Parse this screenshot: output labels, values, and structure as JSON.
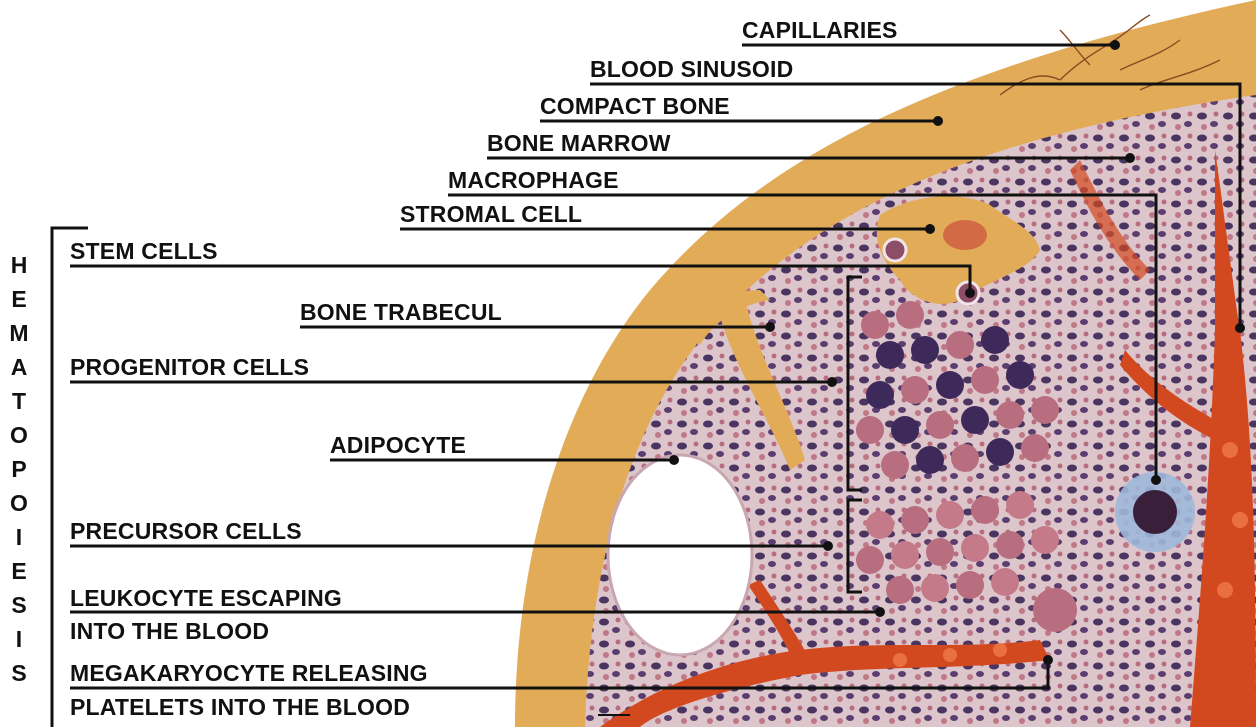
{
  "diagram": {
    "side_title_letters": [
      "H",
      "E",
      "M",
      "A",
      "T",
      "O",
      "P",
      "O",
      "I",
      "E",
      "S",
      "I",
      "S"
    ],
    "labels": {
      "capillaries": "CAPILLARIES",
      "blood_sinusoid": "BLOOD SINUSOID",
      "compact_bone": "COMPACT BONE",
      "bone_marrow": "BONE MARROW",
      "macrophage": "MACROPHAGE",
      "stromal_cell": "STROMAL CELL",
      "stem_cells": "STEM CELLS",
      "bone_trabecul": "BONE TRABECUL",
      "progenitor_cells": "PROGENITOR CELLS",
      "adipocyte": "ADIPOCYTE",
      "precursor_cells": "PRECURSOR CELLS",
      "leukocyte_line1": "LEUKOCYTE ESCAPING",
      "leukocyte_line2": "INTO THE BLOOD",
      "megakaryocyte_line1": "MEGAKARYOCYTE RELEASING",
      "megakaryocyte_line2": "PLATELETS INTO THE BLOOD"
    },
    "colors": {
      "bone": "#e2ab58",
      "bone_dark": "#c98a33",
      "marrow": "#d9c2c8",
      "vessel": "#d2491f",
      "nucleus": "#3d2a5a",
      "cell": "#b36a7c",
      "leader": "#111111"
    }
  }
}
